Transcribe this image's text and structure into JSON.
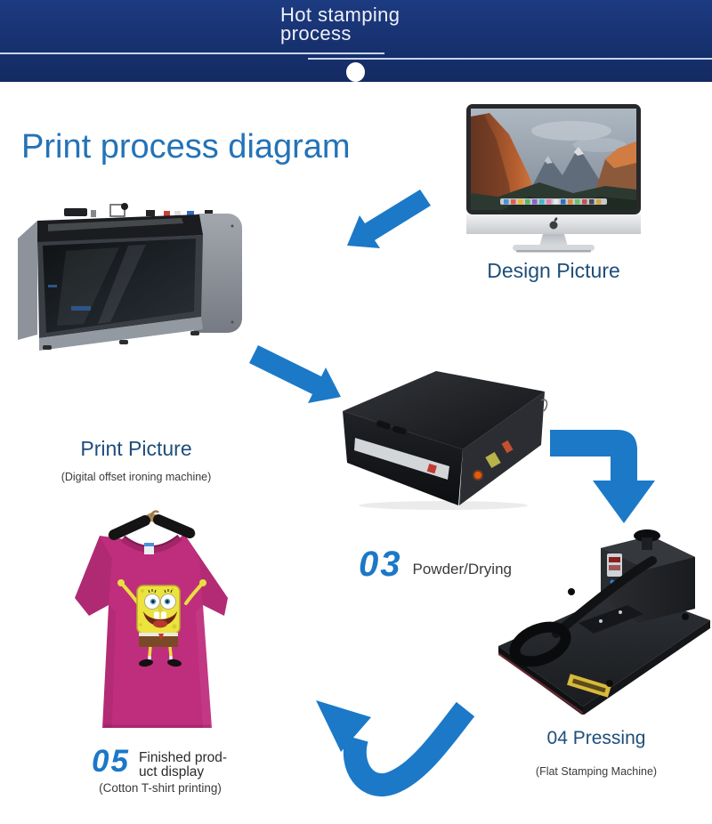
{
  "colors": {
    "banner_bg": "#17316f",
    "banner_line": "#c9d4ee",
    "heading": "#2373b8",
    "step_label": "#1e4e79",
    "step_number": "#1b78c8",
    "sub_label": "#3a3a3a",
    "arrow": "#1b79c8",
    "shirt_pink": "#bf2e7d"
  },
  "banner": {
    "line1": "Hot stamping",
    "line2": "process"
  },
  "heading": "Print process diagram",
  "steps": [
    {
      "id": "design",
      "label": "Design Picture"
    },
    {
      "id": "print",
      "label": "Print Picture",
      "sub": "(Digital offset ironing machine)"
    },
    {
      "id": "powder",
      "number": "03",
      "label": "Powder/Drying"
    },
    {
      "id": "press",
      "label": "04 Pressing",
      "sub": "(Flat Stamping Machine)"
    },
    {
      "id": "finished",
      "number": "05",
      "label_line1": "Finished prod-",
      "label_line2": "uct display",
      "sub": "(Cotton T-shirt printing)"
    }
  ]
}
